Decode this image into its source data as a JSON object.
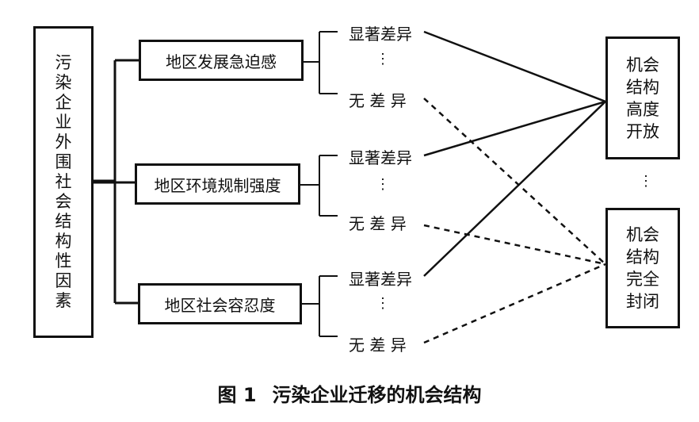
{
  "left_box": "污染企业外围社会结构性因素",
  "factors": [
    {
      "label": "地区发展急迫感"
    },
    {
      "label": "地区环境规制强度"
    },
    {
      "label": "地区社会容忍度"
    }
  ],
  "levels": {
    "high": "显著差异",
    "none": "无 差 异",
    "ellipsis": "⋮"
  },
  "outcomes": [
    {
      "label": "机会结构高度开放"
    },
    {
      "label": "机会结构完全封闭"
    }
  ],
  "caption": {
    "number": "图 1",
    "title": "污染企业迁移的机会结构"
  }
}
